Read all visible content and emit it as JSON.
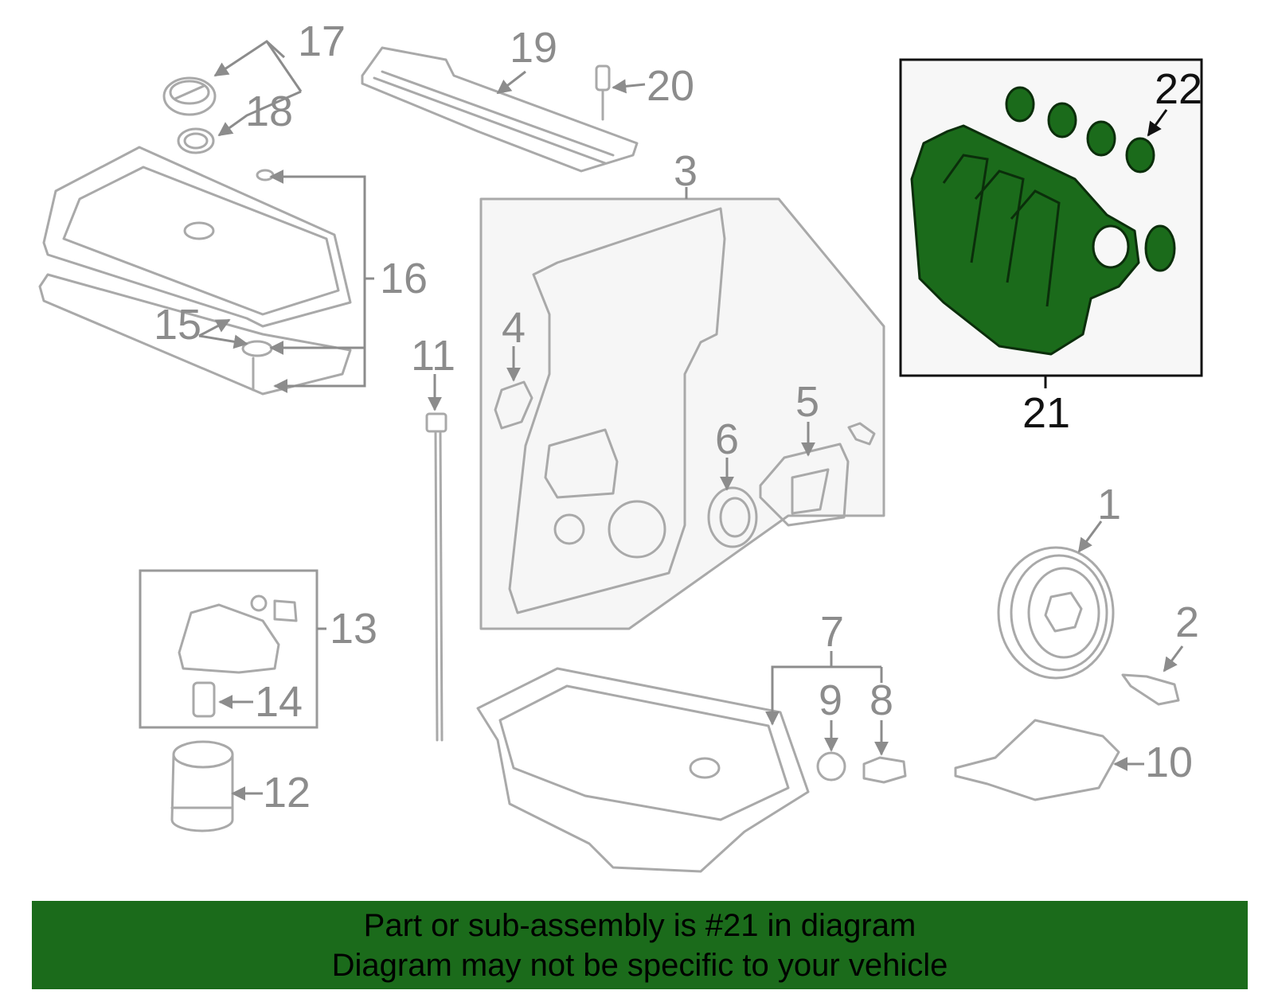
{
  "callouts": {
    "c1": "1",
    "c2": "2",
    "c3": "3",
    "c4": "4",
    "c5": "5",
    "c6": "6",
    "c7": "7",
    "c8": "8",
    "c9": "9",
    "c10": "10",
    "c11": "11",
    "c12": "12",
    "c13": "13",
    "c14": "14",
    "c15": "15",
    "c16": "16",
    "c17": "17",
    "c18": "18",
    "c19": "19",
    "c20": "20",
    "c21": "21",
    "c22": "22"
  },
  "highlight": {
    "part": "21",
    "subpart": "22",
    "color": "#1b6b1b"
  },
  "banner": {
    "line1": "Part or sub-assembly is #21 in diagram",
    "line2": "Diagram may not be specific to your vehicle",
    "background": "#1b6b1b"
  }
}
